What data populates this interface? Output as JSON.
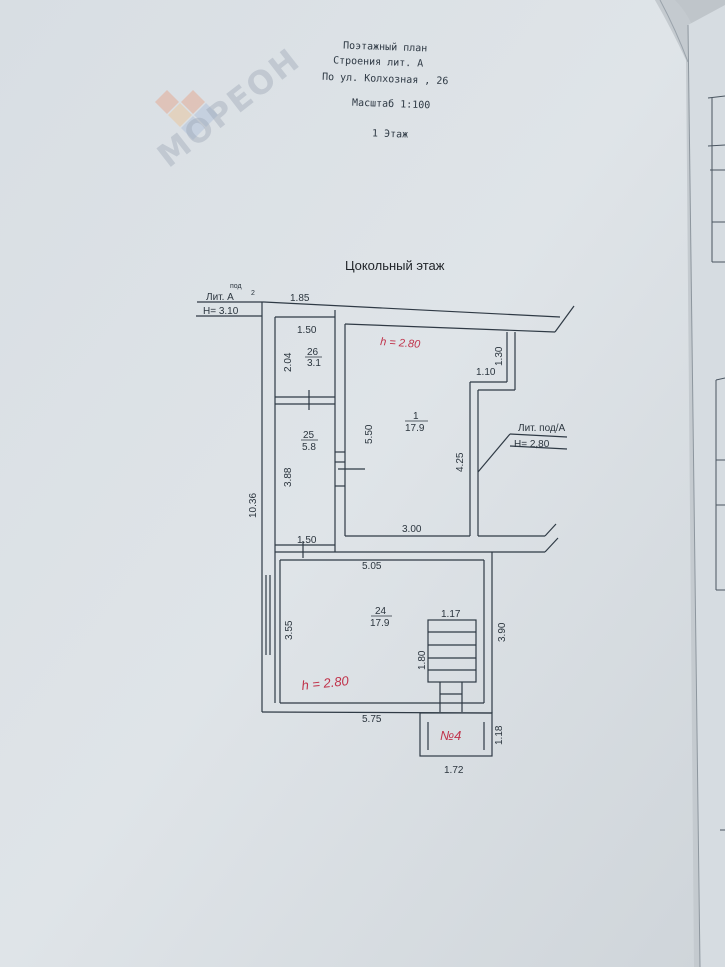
{
  "header": {
    "line1": "Поэтажный план",
    "line2": "Строения   лит. А",
    "line3": "По ул. Колхозная ,   26",
    "scale": "Масштаб 1:100",
    "floor": "1  Этаж"
  },
  "watermark": {
    "text": "МОРЕОН"
  },
  "plan": {
    "title": "Цокольный этаж",
    "left_block": {
      "label": "Лит. А",
      "sup": "под",
      "sup2": "2",
      "height": "H=  3.10"
    },
    "right_block": {
      "label": "Лит. под/А",
      "height": "H=  2,80"
    },
    "dims": {
      "top": "1.85",
      "room26_w": "1.50",
      "room26_h": "2.04",
      "room25_h": "3.88",
      "room25_w": "1.50",
      "overall": "10.36",
      "room1_h": "5.50",
      "room1_niche_h": "1.30",
      "room1_niche_w": "1.10",
      "room1_right_h": "4.25",
      "room1_bottom": "3.00",
      "room24_top": "5.05",
      "room24_h": "3.55",
      "room24_right": "3.90",
      "stair_w": "1.17",
      "stair_h": "1.80",
      "bottom": "5.75",
      "porch_h": "1.18",
      "porch_w": "1.72"
    },
    "rooms": [
      {
        "num": "26",
        "area": "3.1"
      },
      {
        "num": "25",
        "area": "5.8"
      },
      {
        "num": "1",
        "area": "17.9"
      },
      {
        "num": "24",
        "area": "17.9"
      }
    ],
    "handwritten": {
      "h1": "h = 2.80",
      "h2": "h = 2.80",
      "porch": "№4"
    }
  }
}
